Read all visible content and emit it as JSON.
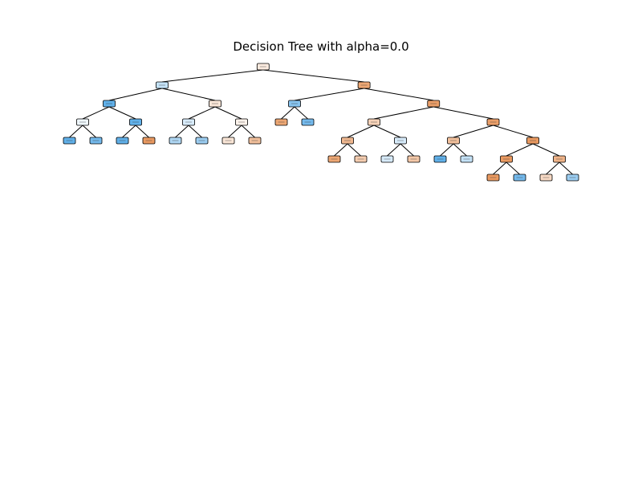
{
  "title": "Decision Tree with alpha=0.0",
  "colors": {
    "class_0": "#e58139",
    "class_1": "#399de5",
    "edge": "#000000",
    "node_border": "#000000",
    "background": "#ffffff"
  },
  "tree": {
    "root": {
      "p": 0.58,
      "c": [
        {
          "p": 0.35,
          "c": [
            {
              "p": 0.1,
              "c": [
                {
                  "p": 0.46,
                  "c": [
                    {
                      "p": 0.1
                    },
                    {
                      "p": 0.15
                    }
                  ]
                },
                {
                  "p": 0.1,
                  "c": [
                    {
                      "p": 0.1
                    },
                    {
                      "p": 0.9
                    }
                  ]
                }
              ]
            },
            {
              "p": 0.6,
              "c": [
                {
                  "p": 0.4,
                  "c": [
                    {
                      "p": 0.3
                    },
                    {
                      "p": 0.25
                    }
                  ]
                },
                {
                  "p": 0.55,
                  "c": [
                    {
                      "p": 0.6
                    },
                    {
                      "p": 0.75
                    }
                  ]
                }
              ]
            }
          ]
        },
        {
          "p": 0.85,
          "c": [
            {
              "p": 0.2,
              "c": [
                {
                  "p": 0.85
                },
                {
                  "p": 0.15
                }
              ]
            },
            {
              "p": 0.88,
              "c": [
                {
                  "p": 0.68,
                  "c": [
                    {
                      "p": 0.78,
                      "c": [
                        {
                          "p": 0.85
                        },
                        {
                          "p": 0.7
                        }
                      ]
                    },
                    {
                      "p": 0.4,
                      "c": [
                        {
                          "p": 0.4
                        },
                        {
                          "p": 0.72
                        }
                      ]
                    }
                  ]
                },
                {
                  "p": 0.88,
                  "c": [
                    {
                      "p": 0.75,
                      "c": [
                        {
                          "p": 0.1
                        },
                        {
                          "p": 0.35
                        }
                      ]
                    },
                    {
                      "p": 0.9,
                      "c": [
                        {
                          "p": 0.9,
                          "c": [
                            {
                              "p": 0.9
                            },
                            {
                              "p": 0.15
                            }
                          ]
                        },
                        {
                          "p": 0.8,
                          "c": [
                            {
                              "p": 0.65
                            },
                            {
                              "p": 0.25
                            }
                          ]
                        }
                      ]
                    }
                  ]
                }
              ]
            }
          ]
        }
      ]
    }
  }
}
